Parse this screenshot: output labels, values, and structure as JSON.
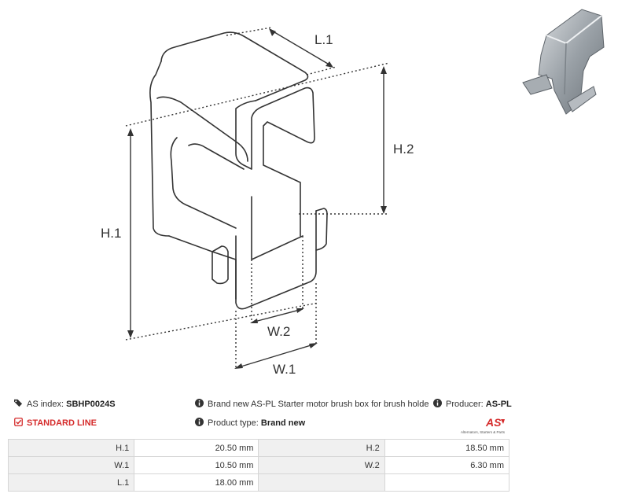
{
  "diagram": {
    "labels": {
      "l1": "L.1",
      "h2": "H.2",
      "h1": "H.1",
      "w2": "W.2",
      "w1": "W.1"
    }
  },
  "photo": {
    "alt": "product-photo"
  },
  "info": {
    "as_index_label": "AS index:",
    "as_index_value": "SBHP0024S",
    "standard_line": "STANDARD LINE",
    "description": "Brand new AS-PL Starter motor brush box for brush holde",
    "product_type_label": "Product type:",
    "product_type_value": "Brand new",
    "producer_label": "Producer:",
    "producer_value": "AS-PL"
  },
  "logo": {
    "mark": "AS",
    "tagline": "Alternators, Starters & Parts"
  },
  "specs": {
    "rows": [
      {
        "l1": "H.1",
        "v1": "20.50 mm",
        "l2": "H.2",
        "v2": "18.50 mm"
      },
      {
        "l1": "W.1",
        "v1": "10.50 mm",
        "l2": "W.2",
        "v2": "6.30 mm"
      },
      {
        "l1": "L.1",
        "v1": "18.00 mm",
        "l2": "",
        "v2": ""
      }
    ]
  },
  "colors": {
    "accent_red": "#d52b2b",
    "label_bg": "#f0f0f0",
    "border": "#d6d6d6"
  }
}
